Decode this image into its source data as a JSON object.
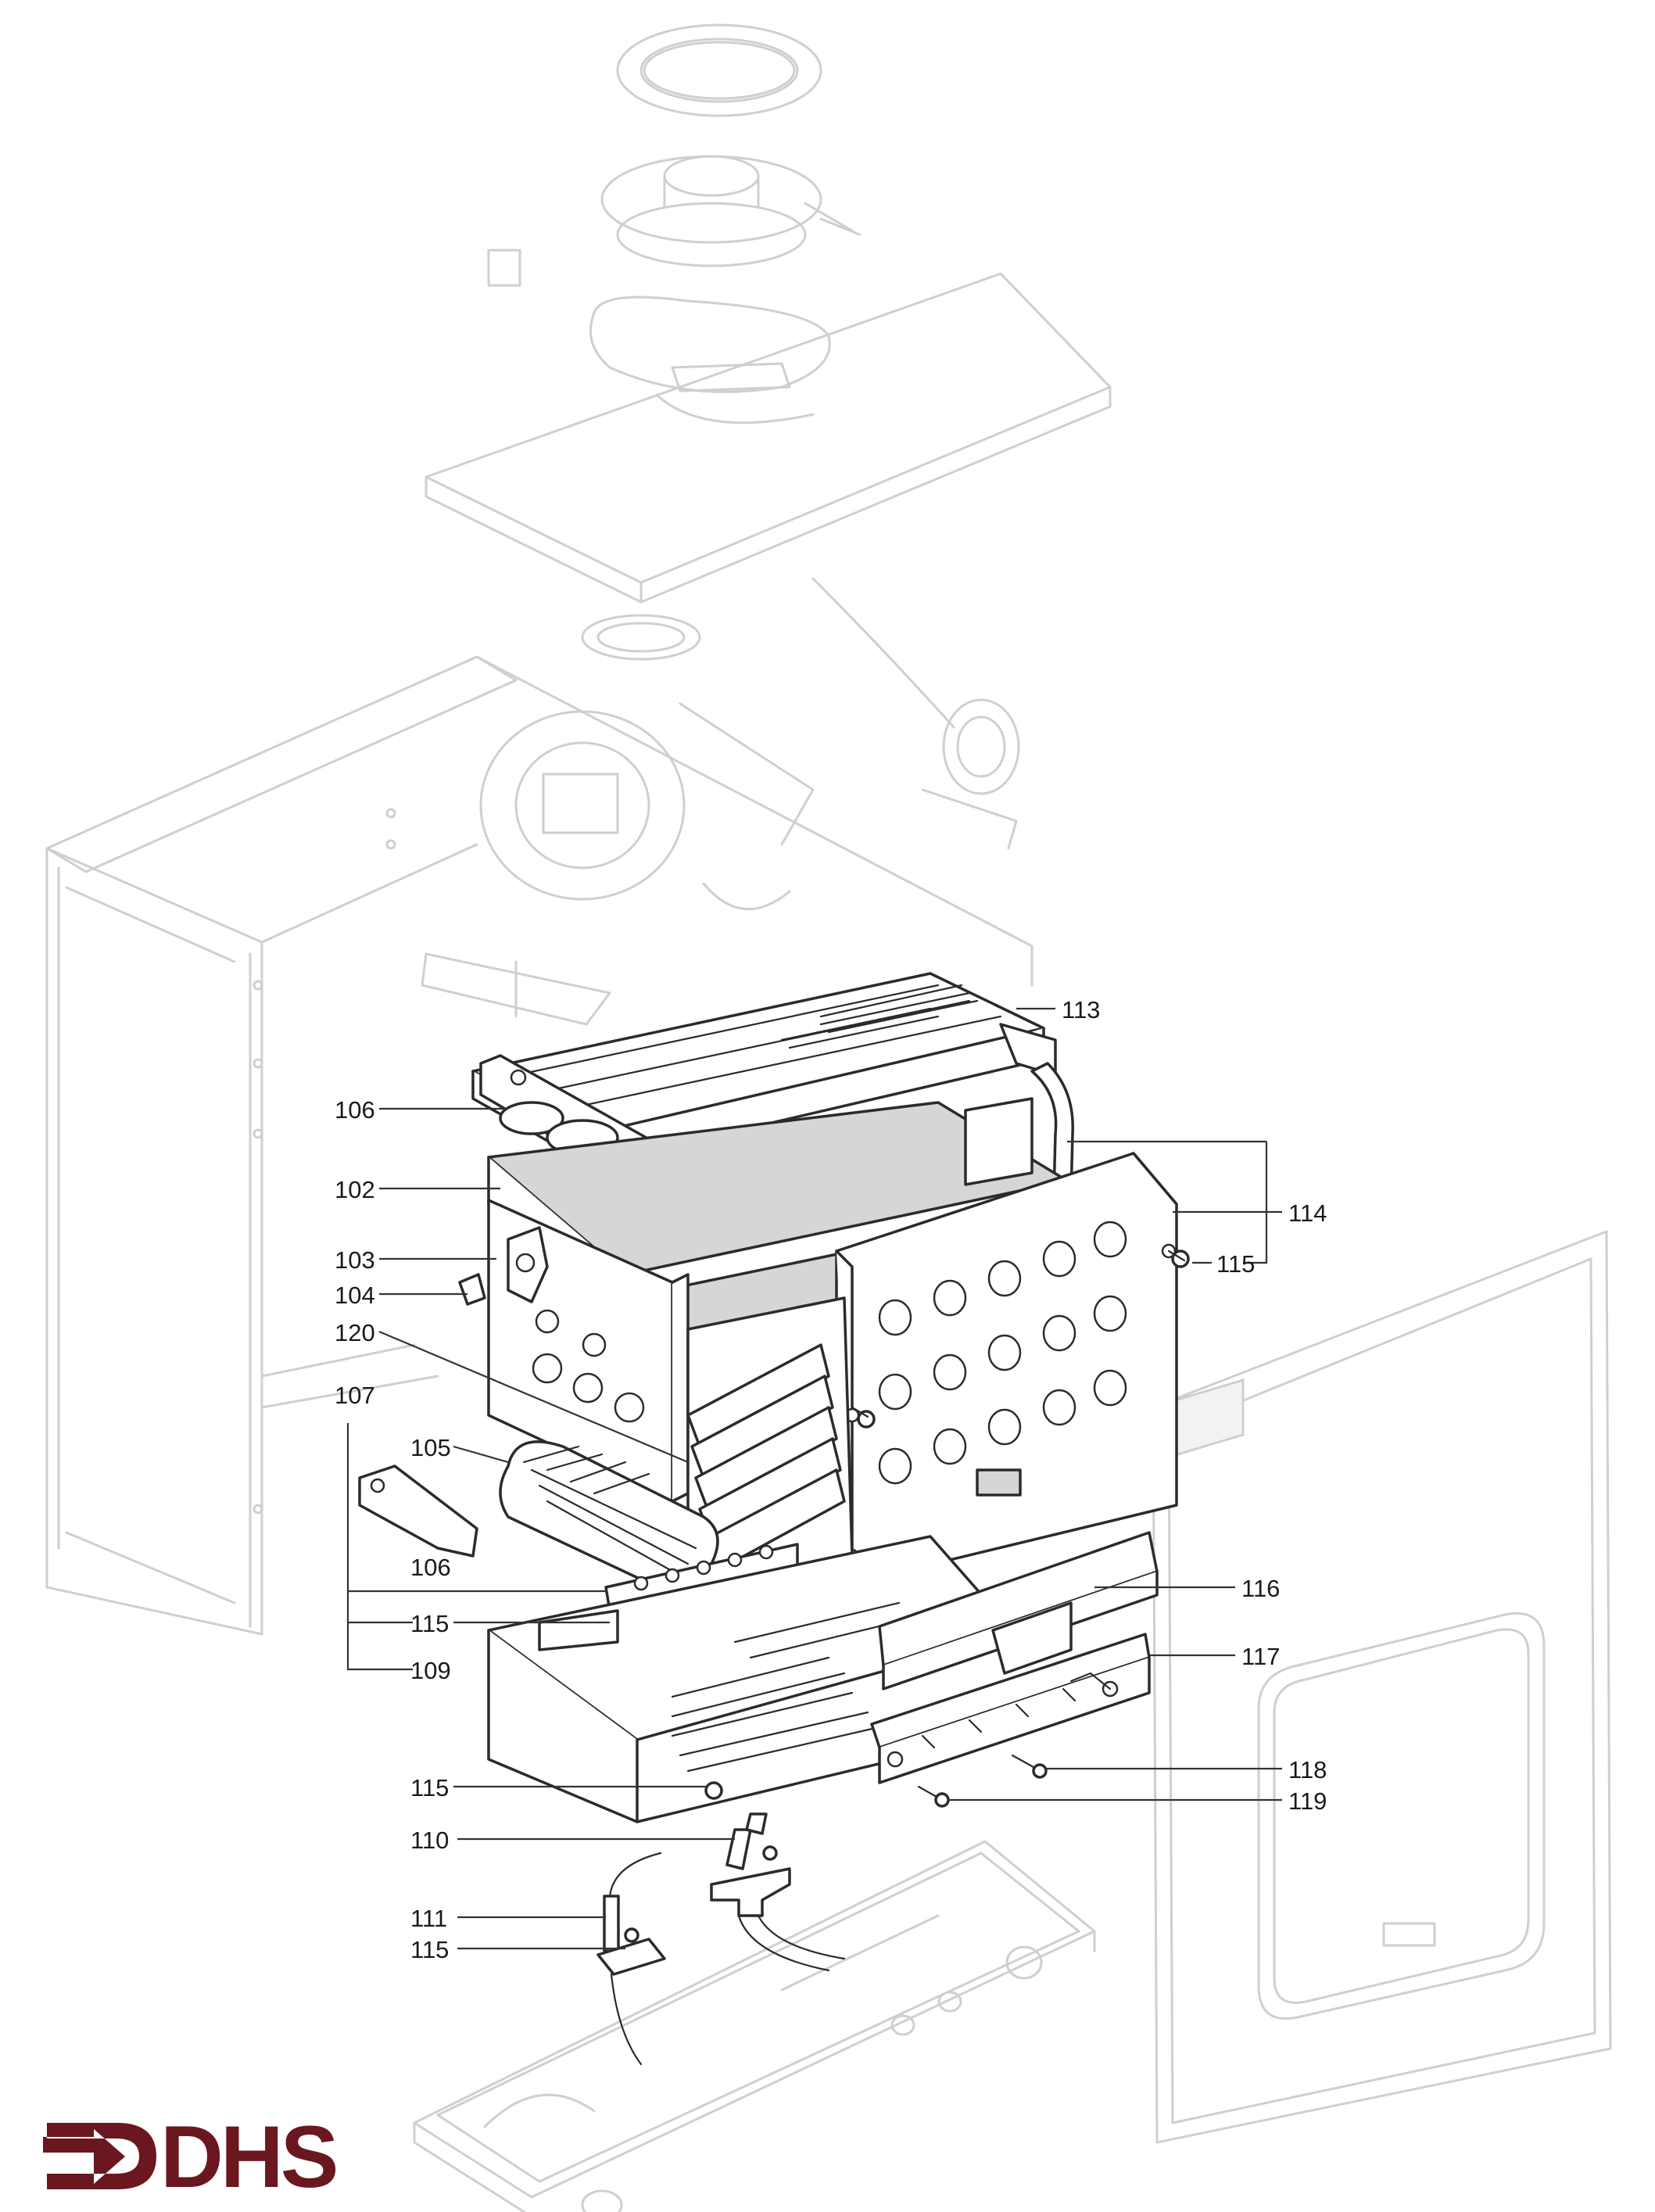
{
  "title": "",
  "callouts": [
    {
      "id": "c113",
      "label": "113"
    },
    {
      "id": "c106a",
      "label": "106"
    },
    {
      "id": "c102",
      "label": "102"
    },
    {
      "id": "c114",
      "label": "114"
    },
    {
      "id": "c103",
      "label": "103"
    },
    {
      "id": "c115a",
      "label": "115"
    },
    {
      "id": "c104",
      "label": "104"
    },
    {
      "id": "c120",
      "label": "120"
    },
    {
      "id": "c107",
      "label": "107"
    },
    {
      "id": "c105",
      "label": "105"
    },
    {
      "id": "c106b",
      "label": "106"
    },
    {
      "id": "c116",
      "label": "116"
    },
    {
      "id": "c115b",
      "label": "115"
    },
    {
      "id": "c117",
      "label": "117"
    },
    {
      "id": "c109",
      "label": "109"
    },
    {
      "id": "c118",
      "label": "118"
    },
    {
      "id": "c115c",
      "label": "115"
    },
    {
      "id": "c119",
      "label": "119"
    },
    {
      "id": "c110",
      "label": "110"
    },
    {
      "id": "c111",
      "label": "111"
    },
    {
      "id": "c115d",
      "label": "115"
    }
  ],
  "logo": {
    "text": "DHS",
    "color": "#6b1720"
  },
  "colors": {
    "ghost_line": "#cfcfcf",
    "highlight_line": "#2b2b2b"
  }
}
